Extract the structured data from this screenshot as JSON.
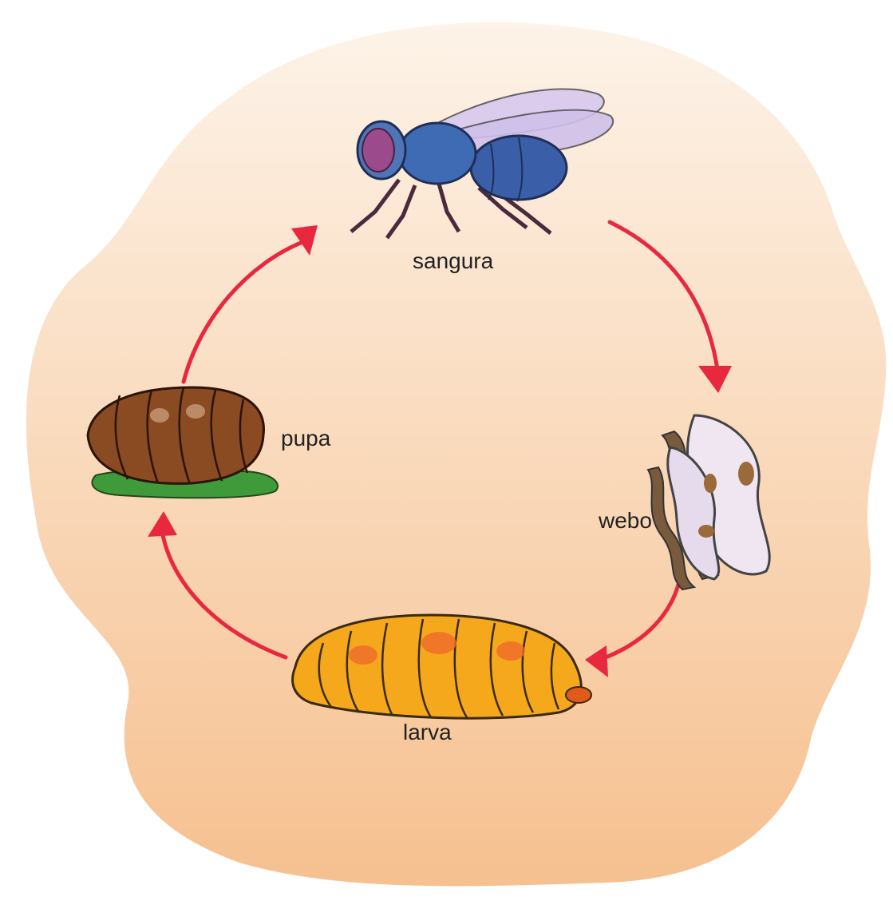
{
  "labels": {
    "adult": "sangura",
    "egg": "webo",
    "larva": "larva",
    "pupa": "pupa"
  },
  "colors": {
    "background_top": "#fdf1e4",
    "background_bottom": "#f6c08f",
    "arrow": "#e8283f",
    "fly_body": "#3a5ea8",
    "fly_eye": "#9b4a8c",
    "wing": "#d8c8ee",
    "egg_fill": "#efe6f2",
    "egg_edge": "#7a5a3c",
    "larva_fill": "#f5a81c",
    "larva_spot": "#ef6a2a",
    "pupa_fill": "#8a4a22",
    "leaf": "#3f9a3a"
  },
  "icons": [
    "adult-fly-icon",
    "egg-cluster-icon",
    "larva-maggot-icon",
    "pupa-icon",
    "leaf-icon"
  ]
}
